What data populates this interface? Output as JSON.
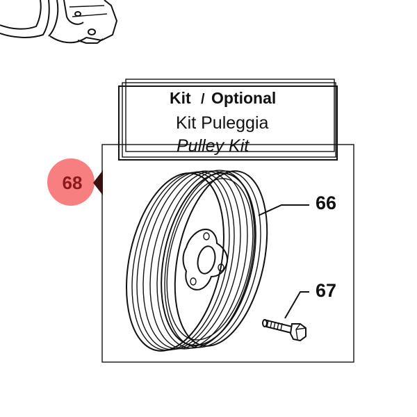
{
  "header": {
    "kit_label": "Kit",
    "separator": "/",
    "optional_label": "Optional",
    "name_it": "Kit Puleggia",
    "name_en": "Pulley Kit"
  },
  "callouts": {
    "kit_badge": "68",
    "pulley": "66",
    "bolt": "67"
  },
  "colors": {
    "badge_fill": "#f77f7f",
    "badge_text": "#8b1a1a",
    "badge_pointer": "#3a1010",
    "line": "#111111"
  }
}
